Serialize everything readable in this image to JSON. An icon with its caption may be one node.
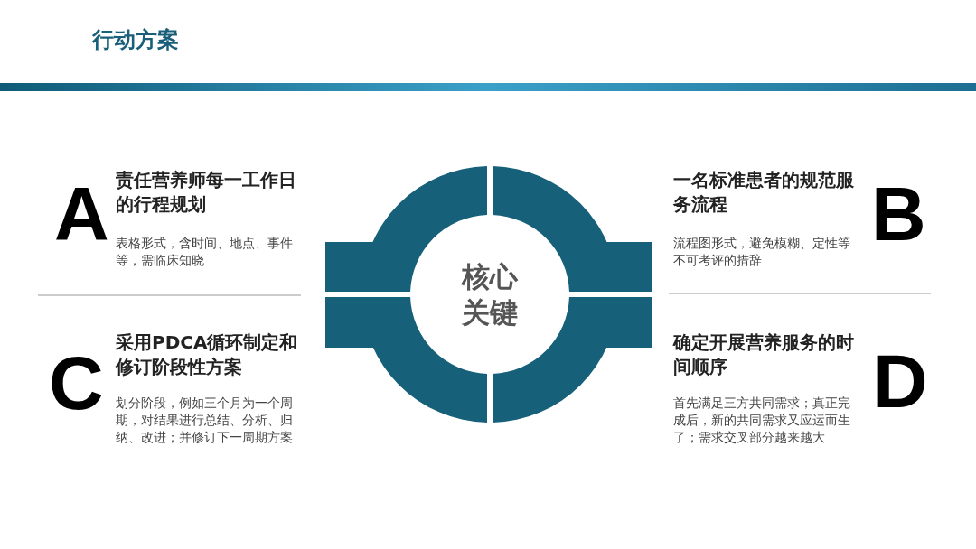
{
  "diagram": {
    "title": "行动方案",
    "nodes": [
      {
        "text": [
          "核心关键"
        ]
      },
      {
        "text": [
          "A",
          "责任营养师每一工作日的行程规划",
          "表格形式，含时间、地点、事件等，需临床知晓"
        ]
      },
      {
        "text": [
          "B",
          "一名标准患者的规范服务流程",
          "流程图形式，避免模糊、定性等不可考评的措辞"
        ]
      },
      {
        "text": [
          "C",
          "采用PDCA循环制定和修订阶段性方案",
          "划分阶段，例如三个月为一个周期，对结果进行总结、分析、归纳、改进；并修订下一周期方案"
        ]
      },
      {
        "text": [
          "D",
          "确定开展营养服务的时间顺序",
          "首先满足三方共同需求；真正完成后，新的共同需求又应运而生了；需求交叉部分越来越大"
        ]
      }
    ]
  }
}
